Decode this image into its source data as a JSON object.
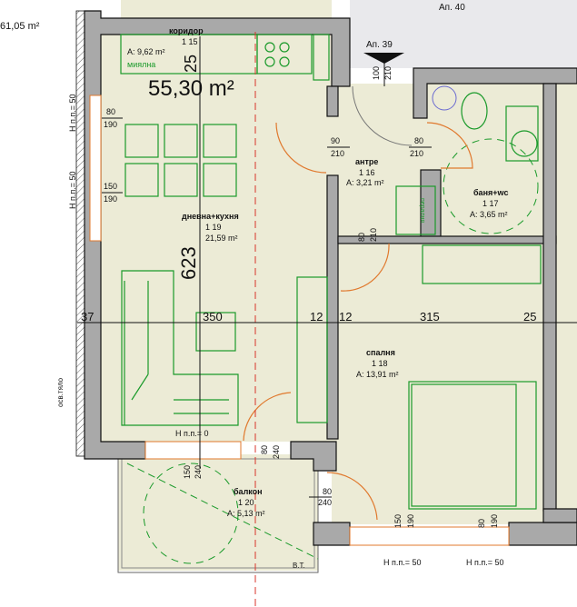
{
  "plan": {
    "total_area_neighbor": "61,05 m²",
    "apartment_area": "55,30 m²",
    "neighbor_label_top": "Ап. 40",
    "entrance_label": "Ап. 39",
    "entrance_door": {
      "w": "100",
      "h": "210"
    },
    "colors": {
      "floor": "#ecebd6",
      "wall": "#a9a9a9",
      "furniture": "#1a9a2a",
      "door": "#e0792e",
      "axis": "#d9352b"
    }
  },
  "rooms": [
    {
      "name": "коридор",
      "num": "1 15",
      "area": "A: 9,62 m²",
      "extra": "миялна"
    },
    {
      "name": "антре",
      "num": "1 16",
      "area": "A: 3,21 m²"
    },
    {
      "name": "баня+wc",
      "num": "1 17",
      "area": "A: 3,65 m²"
    },
    {
      "name": "спалня",
      "num": "1 18",
      "area": "A: 13,91 m²"
    },
    {
      "name": "дневна+кухня",
      "num": "1 19",
      "area": "21,59 m²"
    },
    {
      "name": "балкон",
      "num": "1 20",
      "area": "A: 5,13 m²"
    }
  ],
  "dimensions": {
    "horizontal": [
      "37",
      "350",
      "12",
      "12",
      "315",
      "25"
    ],
    "vertical_623": "623",
    "vertical_25": "25"
  },
  "openings": [
    {
      "w": "80",
      "h": "190",
      "note": "Н п.п.= 50"
    },
    {
      "w": "150",
      "h": "190",
      "note": "Н п.п.= 50"
    },
    {
      "w": "90",
      "h": "210"
    },
    {
      "w": "80",
      "h": "210"
    },
    {
      "w": "80",
      "h": "210"
    },
    {
      "w": "80",
      "h": "240"
    },
    {
      "w": "150",
      "h": "240",
      "note": "Н п.п.= 0"
    },
    {
      "w": "80",
      "h": "240"
    },
    {
      "w": "150",
      "h": "190",
      "note": "Н п.п.= 50"
    },
    {
      "w": "80",
      "h": "190",
      "note": "Н п.п.= 50"
    }
  ],
  "annotations": {
    "vent": "осв.тяло",
    "bt": "В.Т.",
    "washer": "пералня"
  }
}
